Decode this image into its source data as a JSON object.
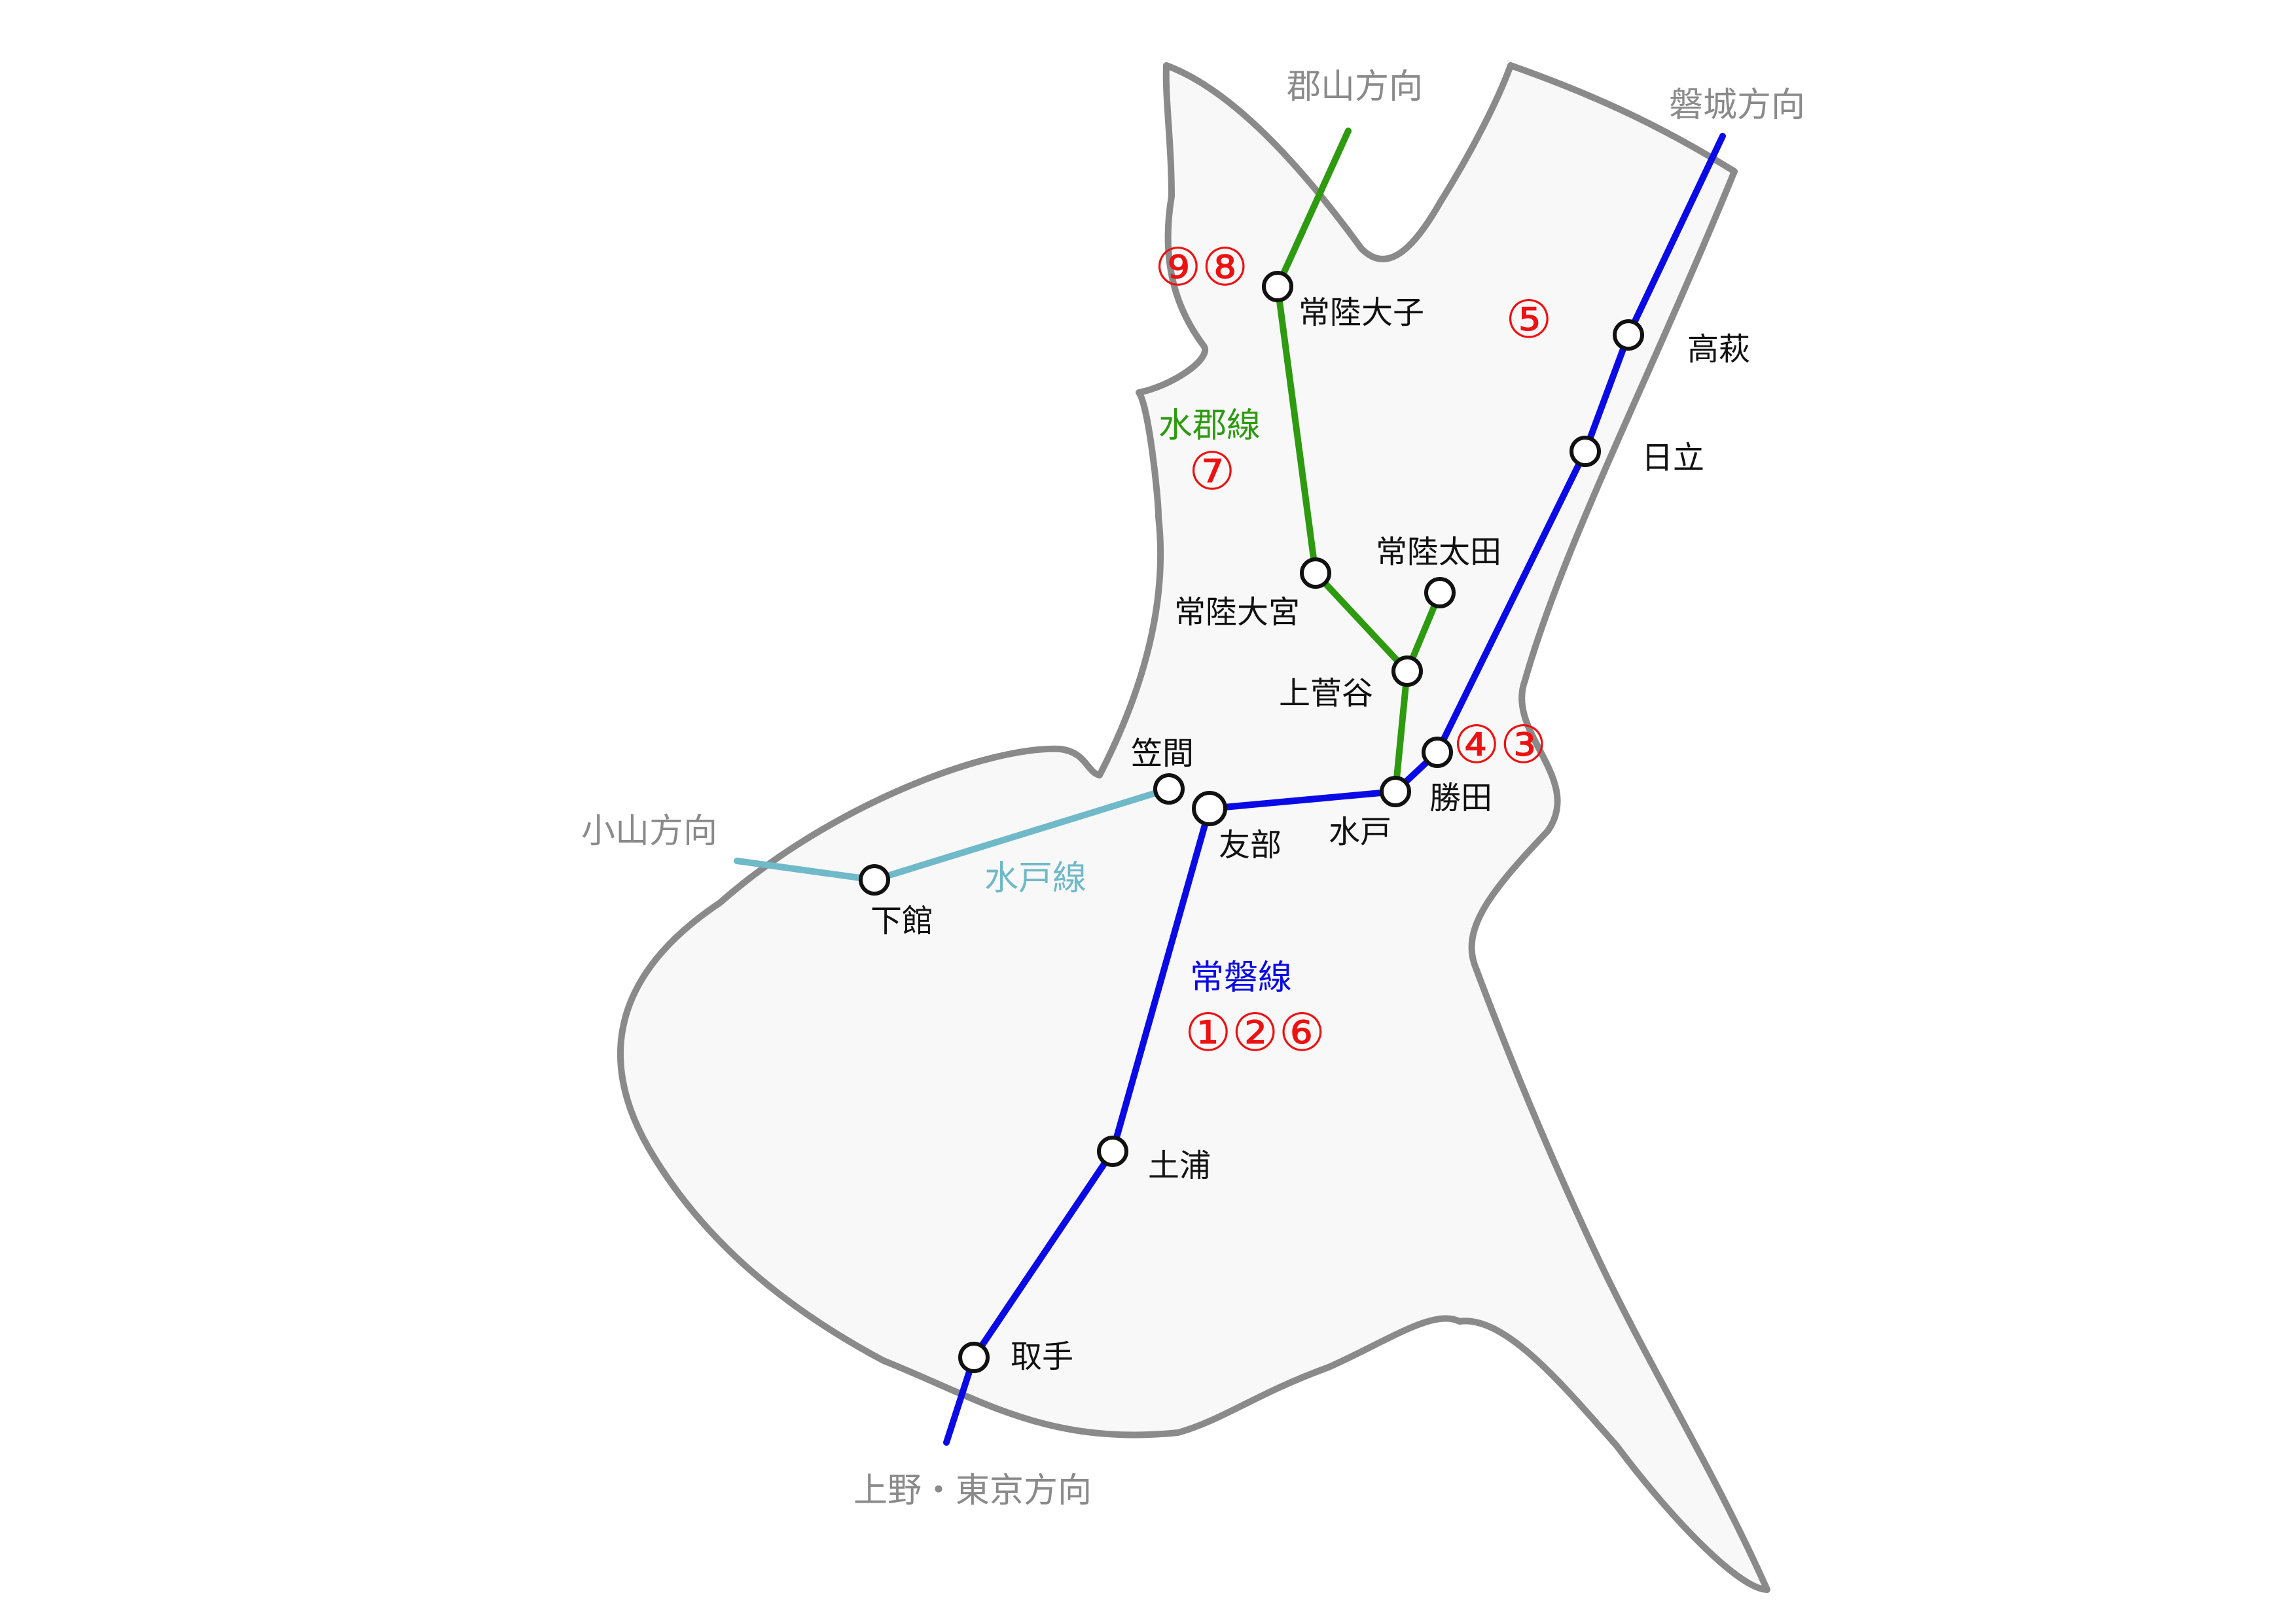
{
  "colors": {
    "joban": "#0a0ae6",
    "suigun": "#2e9a10",
    "mito": "#6fb9c8",
    "region_fill": "#f8f8f8",
    "region_stroke": "#8a8a8a",
    "route_number": "#ee1111",
    "direction_text": "#8a8a8a"
  },
  "directions": {
    "koriyama": "郡山方向",
    "iwaki": "磐城方向",
    "oyama": "小山方向",
    "ueno_tokyo": "上野・東京方向"
  },
  "lines": {
    "joban": {
      "name": "常磐線",
      "routes": "①②⑥"
    },
    "suigun": {
      "name": "水郡線",
      "routes": "⑦"
    },
    "mito": {
      "name": "水戸線"
    }
  },
  "route_numbers": {
    "hitachi_daigo": "⑨⑧",
    "north": "⑤",
    "katsuta": "④③"
  },
  "stations": {
    "hitachi_daigo": "常陸大子",
    "takahagi": "高萩",
    "hitachi": "日立",
    "hitachi_ota": "常陸太田",
    "hitachi_omiya": "常陸大宮",
    "kami_sugaya": "上菅谷",
    "katsuta": "勝田",
    "mito": "水戸",
    "kasama": "笠間",
    "tomobe": "友部",
    "shimodate": "下館",
    "tsuchiura": "土浦",
    "toride": "取手"
  }
}
